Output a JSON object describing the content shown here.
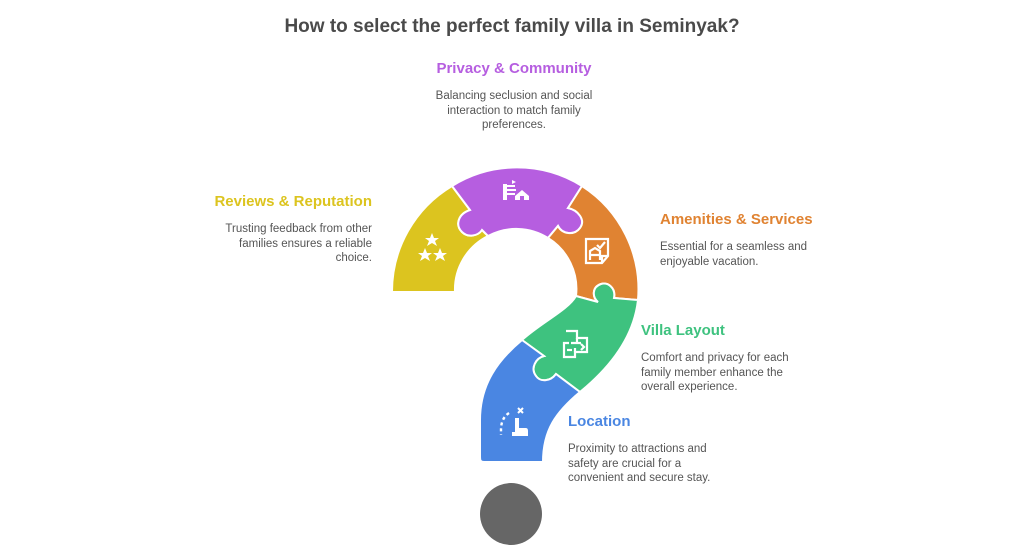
{
  "title": "How to select the perfect family villa in Seminyak?",
  "colors": {
    "privacy": "#b65ee0",
    "reviews": "#dcc41f",
    "amenities": "#e08332",
    "layout": "#3ec27f",
    "location": "#4a86e2",
    "dot": "#666666",
    "text": "#555555"
  },
  "steps": [
    {
      "id": "privacy",
      "title": "Privacy & Community",
      "description_lines": [
        "Balancing seclusion and social",
        "interaction to match family",
        "preferences."
      ],
      "icon": "privacy-community-icon"
    },
    {
      "id": "reviews",
      "title": "Reviews & Reputation",
      "description_lines": [
        "Trusting feedback from other",
        "families ensures a reliable",
        "choice."
      ],
      "icon": "three-stars-icon"
    },
    {
      "id": "amenities",
      "title": "Amenities & Services",
      "description_lines": [
        "Essential for a seamless and",
        "enjoyable vacation."
      ],
      "icon": "checklist-icon"
    },
    {
      "id": "layout",
      "title": "Villa Layout",
      "description_lines": [
        "Comfort and privacy for each",
        "family member enhance the",
        "overall experience."
      ],
      "icon": "floor-plan-icon"
    },
    {
      "id": "location",
      "title": "Location",
      "description_lines": [
        "Proximity to attractions and",
        "safety are crucial for a",
        "convenient and secure stay."
      ],
      "icon": "location-pointer-icon"
    }
  ]
}
